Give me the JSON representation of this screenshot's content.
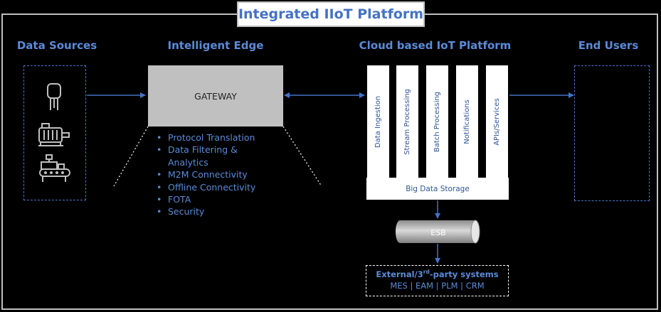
{
  "title": "Integrated IIoT Platform",
  "sections": {
    "data_sources": "Data Sources",
    "intelligent_edge": "Intelligent Edge",
    "cloud_platform": "Cloud based IoT Platform",
    "end_users": "End Users"
  },
  "gateway": {
    "label": "GATEWAY",
    "features": [
      "Protocol Translation",
      "Data Filtering &",
      "Analytics",
      "M2M Connectivity",
      "Offline Connectivity",
      "FOTA",
      "Security"
    ]
  },
  "cloud": {
    "columns": [
      "Data Ingestion",
      "Stream Processing",
      "Batch Processing",
      "Notifications",
      "APIs/Services"
    ],
    "storage": "Big Data Storage"
  },
  "esb": "ESB",
  "external": {
    "title_pre": "External/3",
    "title_sup": "rd",
    "title_post": "-party systems",
    "systems": "MES | EAM | PLM | CRM"
  },
  "icons": [
    "sensor-icon",
    "motor-icon",
    "machine-icon"
  ],
  "colors": {
    "background": "#000000",
    "accent": "#5b8bd9",
    "title": "#4472c4",
    "gateway": "#c0c0c0",
    "dashed": "#4a74c8"
  }
}
